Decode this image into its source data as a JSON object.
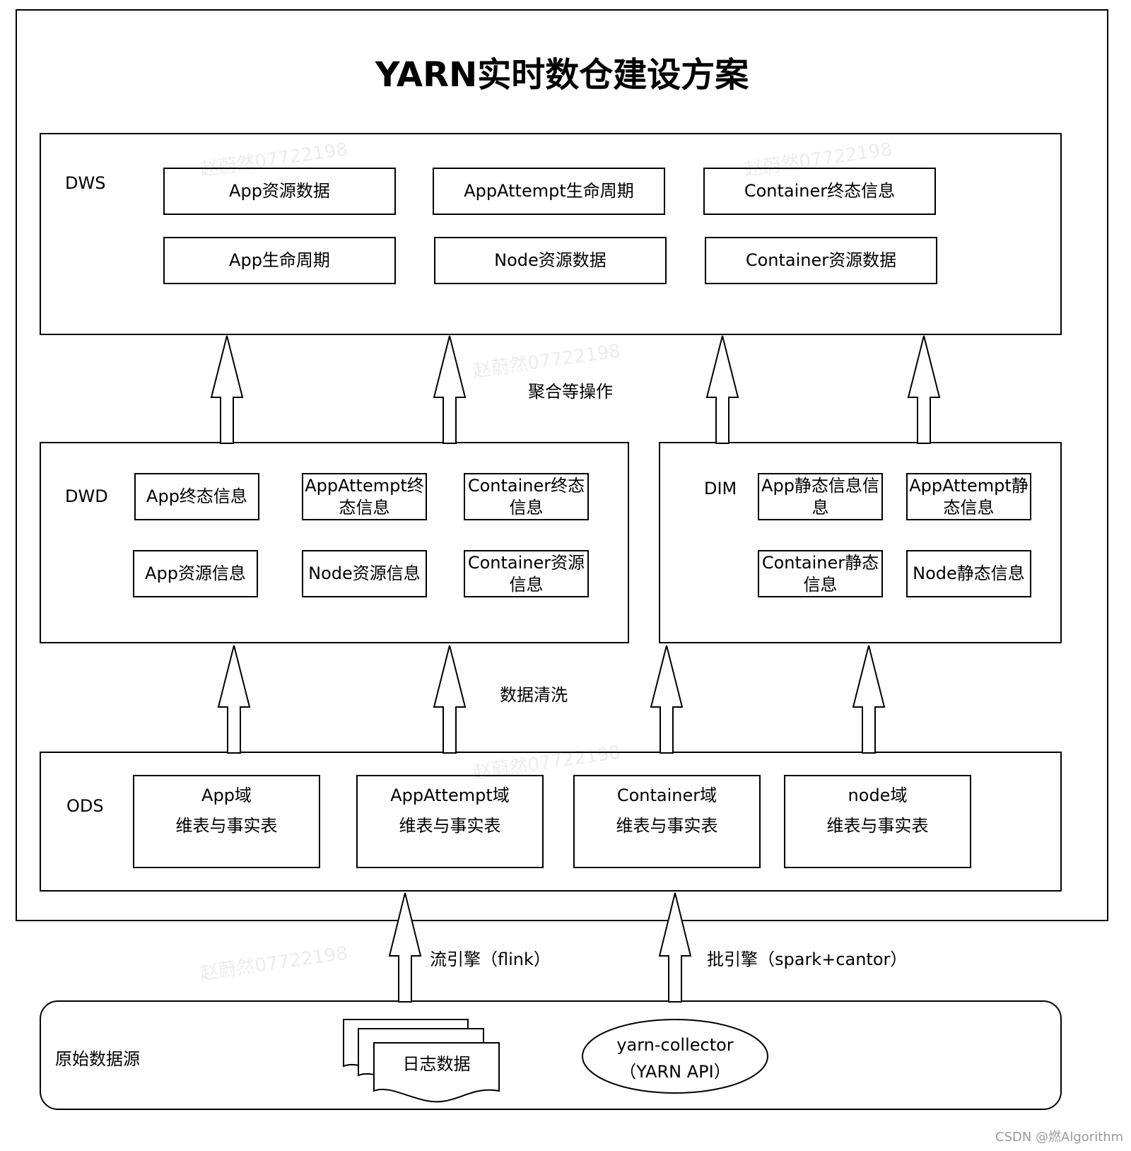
{
  "title": "YARN实时数仓建设方案",
  "dws": {
    "label": "DWS",
    "boxes": [
      "App资源数据",
      "AppAttempt生命周期",
      "Container终态信息",
      "App生命周期",
      "Node资源数据",
      "Container资源数据"
    ]
  },
  "dwd": {
    "label": "DWD",
    "boxes": [
      "App终态信息",
      "AppAttempt终态信息",
      "Container终态信息",
      "App资源信息",
      "Node资源信息",
      "Container资源信息"
    ]
  },
  "dim": {
    "label": "DIM",
    "boxes": [
      "App静态信息信息",
      "AppAttempt静态信息",
      "Container静态信息",
      "Node静态信息"
    ]
  },
  "ods": {
    "label": "ODS",
    "boxes": [
      {
        "name": "App域",
        "desc": "维表与事实表"
      },
      {
        "name": "AppAttempt域",
        "desc": "维表与事实表"
      },
      {
        "name": "Container域",
        "desc": "维表与事实表"
      },
      {
        "name": "node域",
        "desc": "维表与事实表"
      }
    ]
  },
  "flows": {
    "aggregate": "聚合等操作",
    "cleaning": "数据清洗",
    "stream": "流引擎（flink）",
    "batch": "批引擎（spark+cantor）"
  },
  "source": {
    "label": "原始数据源",
    "log_data": "日志数据",
    "collector_line1": "yarn-collector",
    "collector_line2": "（YARN API）"
  },
  "watermark": "赵蔚然07722198",
  "credit": "CSDN @燃Algorithm"
}
